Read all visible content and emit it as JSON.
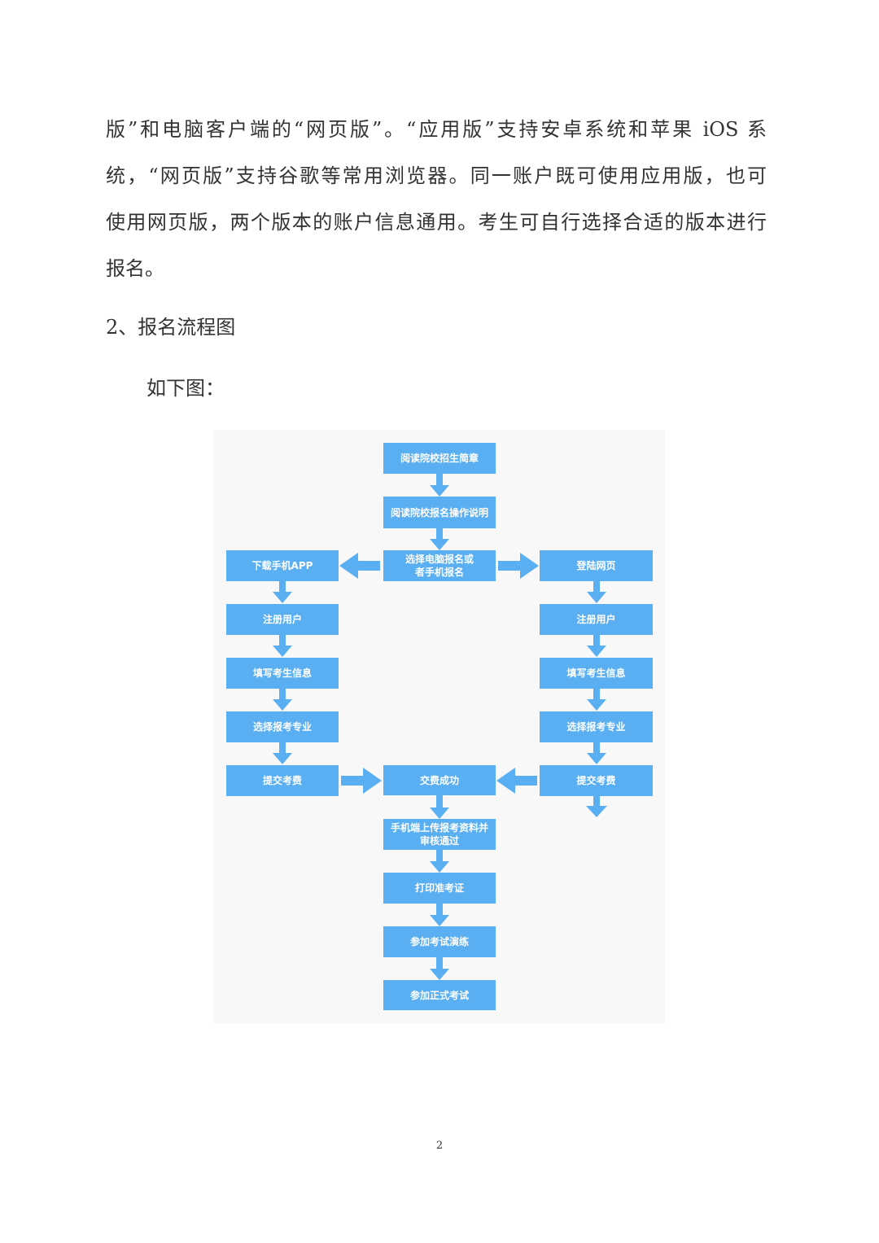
{
  "paragraph": {
    "lines": [
      "版”和电脑客户端的“网页版”。“应用版”支持安卓系统和苹果 iOS 系",
      "统，“网页版”支持谷歌等常用浏览器。同一账户既可使用应用版，也可",
      "使用网页版，两个版本的账户信息通用。考生可自行选择合适的版本进行",
      "报名。"
    ]
  },
  "heading": "2、报名流程图",
  "lead": "如下图：",
  "flowchart": {
    "box_color": "#5aaff2",
    "arrow_color": "#5aaff2",
    "steps": {
      "read_brochure": "阅读院校招生简章",
      "read_instructions": "阅读院校报名操作说明",
      "choose_method": "选择电脑报名或者手机报名",
      "download_app": "下载手机APP",
      "register_left": "注册用户",
      "fill_info_left": "填写考生信息",
      "choose_major_left": "选择报考专业",
      "pay_left": "提交考费",
      "login_web": "登陆网页",
      "register_right": "注册用户",
      "fill_info_right": "填写考生信息",
      "choose_major_right": "选择报考专业",
      "pay_right": "提交考费",
      "payment_success": "交费成功",
      "upload_review": "手机端上传报考资料并审核通过",
      "print_ticket": "打印准考证",
      "practice_exam": "参加考试演练",
      "formal_exam": "参加正式考试"
    }
  },
  "page_number": "2"
}
